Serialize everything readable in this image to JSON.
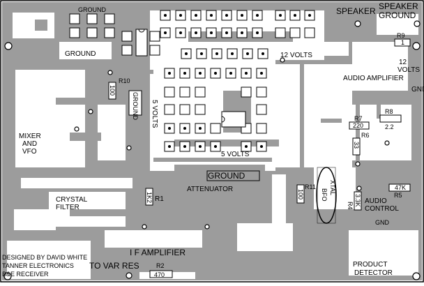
{
  "board": {
    "labels": {
      "ground_top": "GROUND",
      "ground_left": "GROUND",
      "ground_mid": "GROUND",
      "ground_vert": "GROUND",
      "speaker": "SPEAKER",
      "speaker_ground": "SPEAKER",
      "speaker_ground2": "GROUND",
      "twelve_volts": "12 VOLTS",
      "twelve_right": "12",
      "twelve_right2": "VOLTS",
      "audio_amp": "AUDIO AMPLIFIER",
      "gnd_right": "GND",
      "five_volts_vert": "5 VOLTS",
      "five_volts": "5 VOLTS",
      "mixer1": "MIXER",
      "mixer2": "AND",
      "mixer3": "VFO",
      "crystal1": "CRYSTAL",
      "crystal2": "FILTER",
      "attenuator": "ATTENUATOR",
      "audio_control1": "AUDIO",
      "audio_control2": "CONTROL",
      "gnd_audio": "GND",
      "if_amp": "I F AMPLIFIER",
      "to_var_res": "TO VAR RES",
      "product1": "PRODUCT",
      "product2": "DETECTOR",
      "credit1": "DESIGNED BY DAVID WHITE",
      "credit2": "TANNER ELECTRONICS",
      "credit3": "B&E RECEIVER",
      "xtal": "XTAL",
      "bfo": "BFO"
    },
    "components": {
      "r10": "R10",
      "r10_val": "100",
      "r1": "R1",
      "r1_val": "1K2",
      "r2": "R2",
      "r2_val": "470",
      "r9": "R9",
      "r9_val": "1",
      "r7": "R7",
      "r7_val": "220",
      "r8": "R8",
      "r8_val": "2.2",
      "r6": "R6",
      "r6_val": "33",
      "r11": "R11",
      "r11_val": "100",
      "r4": "R4",
      "r4_val": "3.3K",
      "r5": "R5",
      "r5_val": "47K"
    }
  }
}
